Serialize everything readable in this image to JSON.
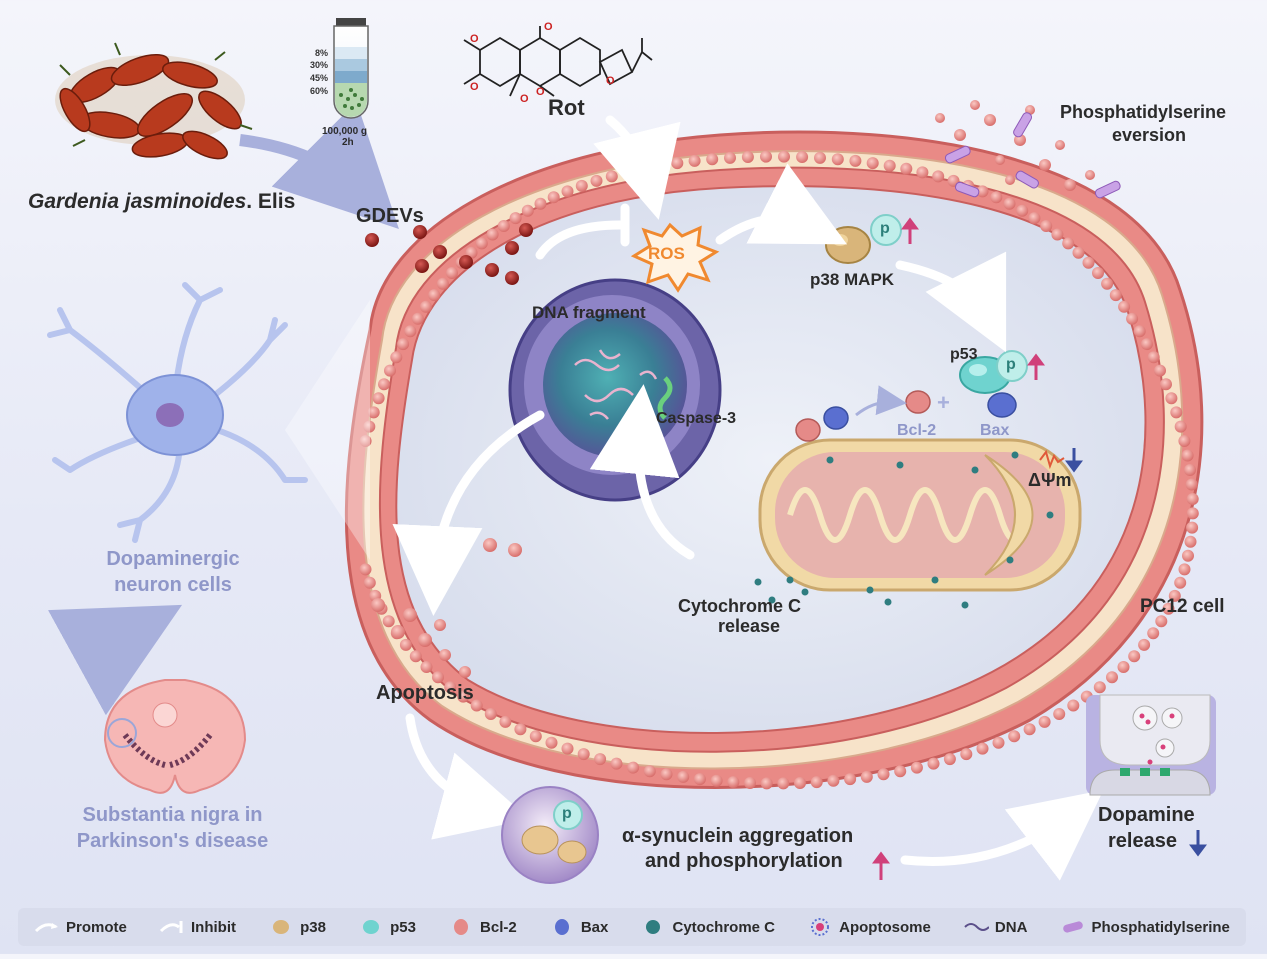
{
  "source": {
    "plant": "Gardenia jasminoides",
    "plant_suffix": ". Elis"
  },
  "tube": {
    "layers": [
      "8%",
      "30%",
      "45%",
      "60%"
    ],
    "speed": "100,000 g",
    "time": "2h"
  },
  "labels": {
    "gdevs": "GDEVs",
    "rot": "Rot",
    "ps_eversion_1": "Phosphatidylserine",
    "ps_eversion_2": "eversion",
    "ros": "ROS",
    "p38mapk": "p38 MAPK",
    "dna_fragment": "DNA fragment",
    "caspase3": "Caspase-3",
    "p53": "p53",
    "bcl2": "Bcl-2",
    "bax": "Bax",
    "dpsim": "ΔΨm",
    "cytc_1": "Cytochrome C",
    "cytc_2": "release",
    "pc12": "PC12 cell",
    "apoptosis": "Apoptosis",
    "neuron_1": "Dopaminergic",
    "neuron_2": "neuron cells",
    "sn_1": "Substantia nigra in",
    "sn_2": "Parkinson's disease",
    "asyn_1": "α-synuclein aggregation",
    "asyn_2": "and phosphorylation",
    "dopa_1": "Dopamine",
    "dopa_2": "release",
    "p_badge": "p"
  },
  "legend": [
    {
      "icon": "promote-arrow-icon",
      "label": "Promote"
    },
    {
      "icon": "inhibit-arrow-icon",
      "label": "Inhibit"
    },
    {
      "icon": "p38-icon",
      "label": "p38"
    },
    {
      "icon": "p53-icon",
      "label": "p53"
    },
    {
      "icon": "bcl2-icon",
      "label": "Bcl-2"
    },
    {
      "icon": "bax-icon",
      "label": "Bax"
    },
    {
      "icon": "cytochrome-c-icon",
      "label": "Cytochrome C"
    },
    {
      "icon": "apoptosome-icon",
      "label": "Apoptosome"
    },
    {
      "icon": "dna-icon",
      "label": "DNA"
    },
    {
      "icon": "phosphatidylserine-icon",
      "label": "Phosphatidylserine"
    }
  ],
  "colors": {
    "membrane": "#e98a86",
    "membrane_dark": "#c95f5d",
    "cytoplasm": "#dfe5f1",
    "nucleus": "#6c64a8",
    "mito_outer": "#f1d9a6",
    "mito_inner": "#e7b3ad",
    "lavender_text": "#8f97c9",
    "p38": "#d9b57a",
    "p53": "#6fd3cf",
    "bcl2": "#e58a88",
    "bax": "#5a6fd0",
    "ps": "#b98ad8",
    "up_arrow": "#d0407a",
    "down_arrow": "#3a4fa0",
    "ros_fill": "#f0892f"
  }
}
